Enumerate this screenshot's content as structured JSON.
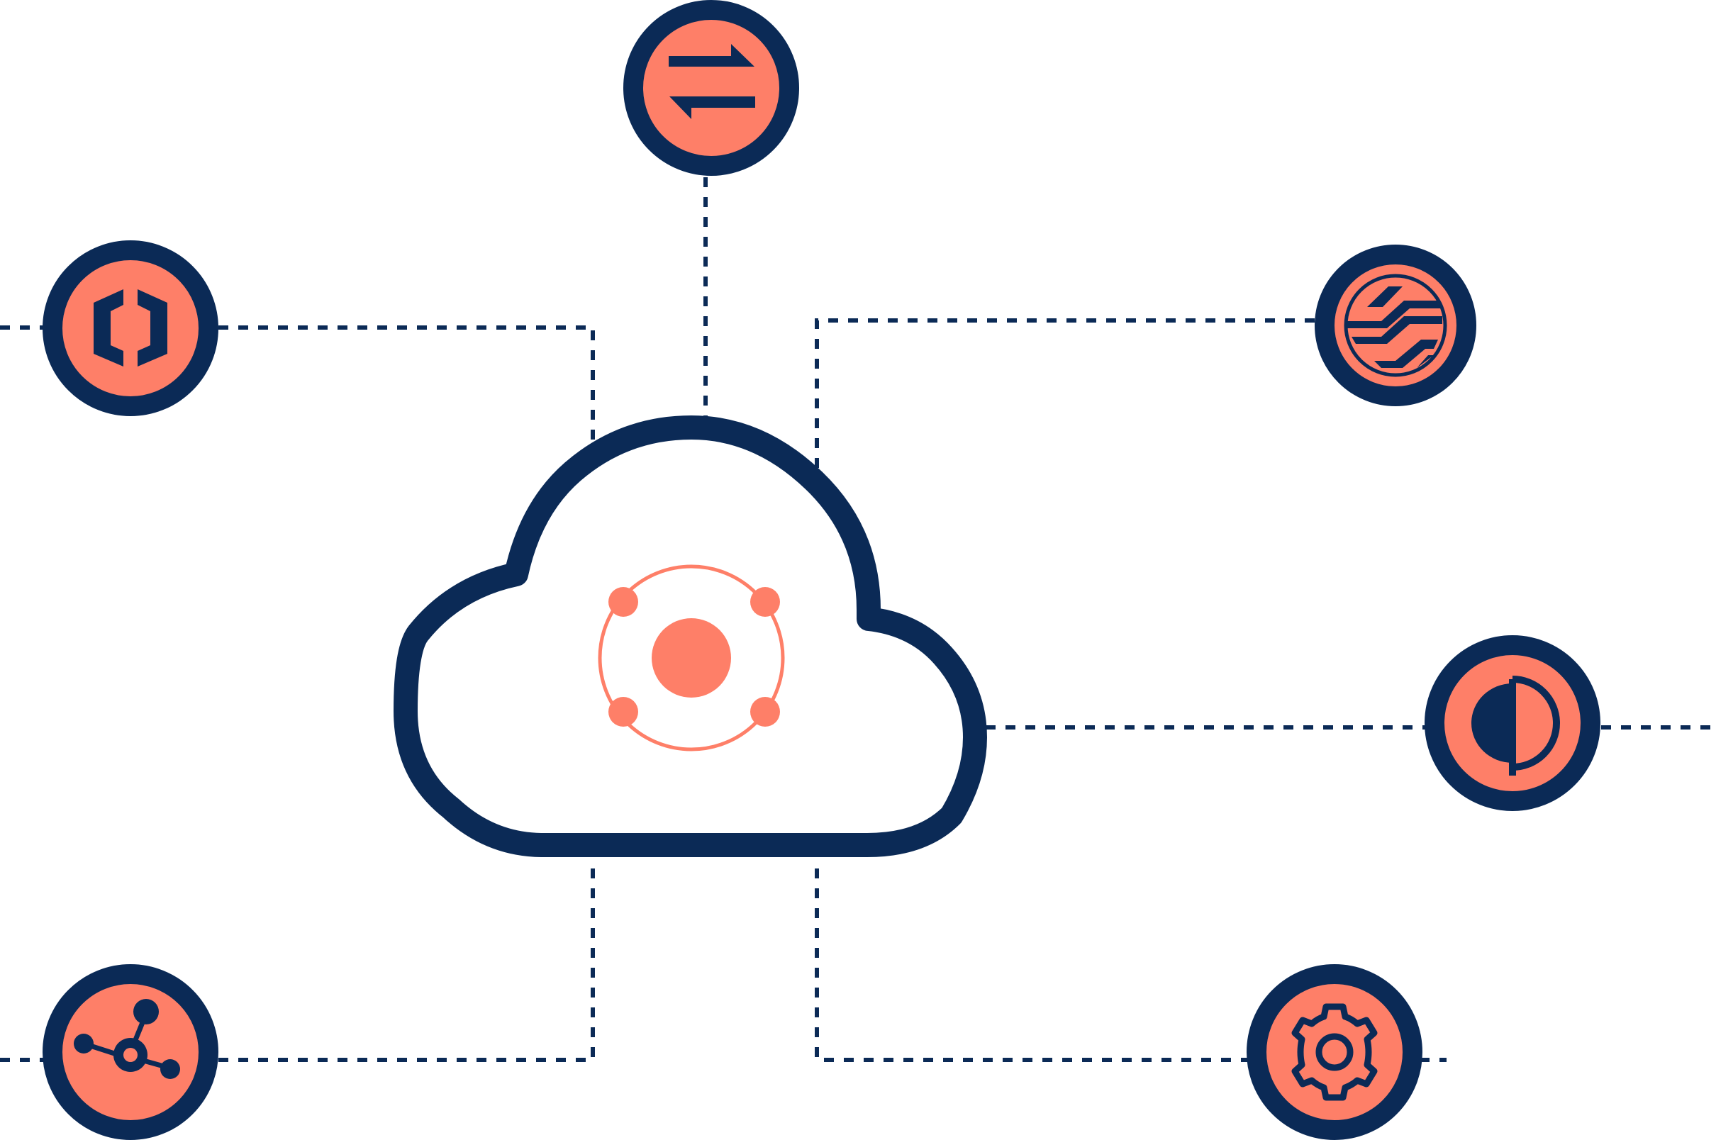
{
  "colors": {
    "navy": "#0b2a56",
    "coral": "#fe7f68",
    "background": "#ffffff"
  },
  "diagram": {
    "center": {
      "name": "cloud-hub",
      "icon": "cloud-icon",
      "inner_icon": "orbit-network-icon"
    },
    "nodes": [
      {
        "name": "node-data-exchange",
        "icon": "transfer-arrows-icon"
      },
      {
        "name": "node-container",
        "icon": "hexagon-container-icon"
      },
      {
        "name": "node-circuit",
        "icon": "circuit-globe-icon"
      },
      {
        "name": "node-contrast",
        "icon": "half-circle-contrast-icon"
      },
      {
        "name": "node-network",
        "icon": "network-graph-icon"
      },
      {
        "name": "node-settings",
        "icon": "gear-icon"
      }
    ]
  }
}
